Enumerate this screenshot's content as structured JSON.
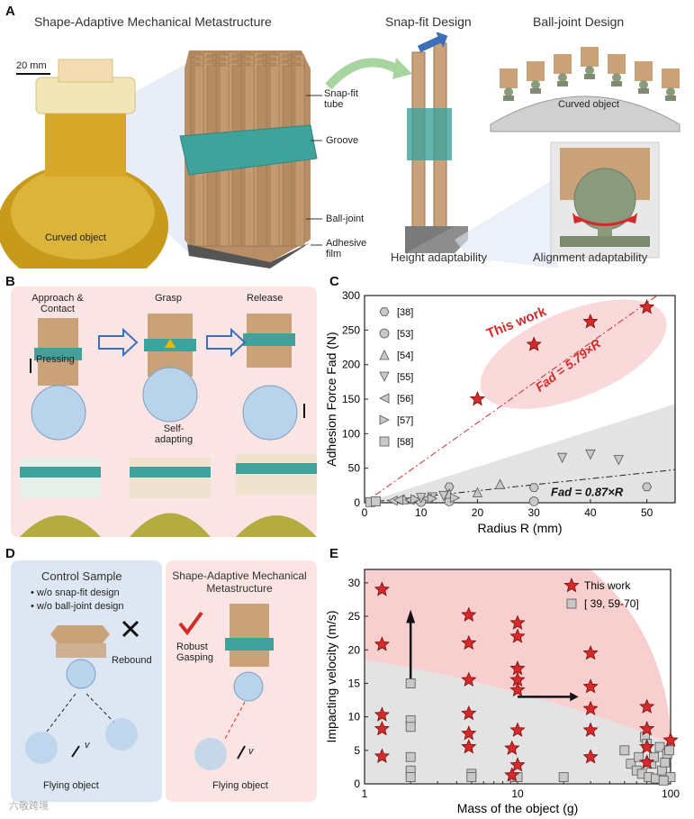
{
  "panels": {
    "A": {
      "letter": "A",
      "title": "Shape-Adaptive Mechanical Metastructure",
      "scale_bar": "20 mm",
      "curved_object": "Curved object",
      "callouts": [
        "Snap-fit tube",
        "Groove",
        "Ball-joint",
        "Adhesive film"
      ],
      "snapfit_title": "Snap-fit Design",
      "balljoint_title": "Ball-joint Design",
      "balljoint_curved": "Curved object",
      "height_adapt": "Height adaptability",
      "align_adapt": "Alignment adaptability"
    },
    "B": {
      "letter": "B",
      "steps": [
        "Approach & Contact",
        "Grasp",
        "Release"
      ],
      "pressing": "Pressing",
      "self_adapting": "Self-adapting"
    },
    "C": {
      "letter": "C"
    },
    "D": {
      "letter": "D",
      "control_title": "Control Sample",
      "bullets": [
        "w/o snap-fit design",
        "w/o ball-joint design"
      ],
      "rebound": "Rebound",
      "flying_left": "Flying object",
      "sam_title": "Shape-Adaptive Mechanical Metastructure",
      "robust": "Robust Gasping",
      "flying_right": "Flying object",
      "v": "v"
    },
    "E": {
      "letter": "E"
    },
    "watermark": "六敬跨境"
  },
  "colors": {
    "tube": "#c9a27a",
    "band": "#3fa39b",
    "red": "#d42a2a",
    "pink_bg": "#fbe4e4",
    "blue_bg": "#dde7f3"
  },
  "chart_data": [
    {
      "id": "C",
      "type": "scatter",
      "xlabel": "Radius R (mm)",
      "ylabel": "Adhesion Force Fad (N)",
      "xlim": [
        0,
        55
      ],
      "ylim": [
        0,
        300
      ],
      "xticks": [
        "0",
        "10",
        "20",
        "30",
        "40",
        "50"
      ],
      "yticks": [
        "0",
        "50",
        "100",
        "150",
        "200",
        "250",
        "300"
      ],
      "annotations": {
        "this_work": "This work",
        "fit_high": "Fad = 5.79×R",
        "fit_low": "Fad = 0.87×R"
      },
      "series": [
        {
          "name": "This work",
          "marker": "star",
          "points": [
            [
              20,
              150
            ],
            [
              30,
              229
            ],
            [
              40,
              262
            ],
            [
              50,
              283
            ]
          ]
        },
        {
          "name": "[38]",
          "marker": "hexagon",
          "points": [
            [
              15,
              23
            ],
            [
              50,
              23
            ],
            [
              30,
              22
            ]
          ]
        },
        {
          "name": "[53]",
          "marker": "circle",
          "points": [
            [
              30,
              2
            ],
            [
              15,
              2
            ],
            [
              10,
              1
            ]
          ]
        },
        {
          "name": "[54]",
          "marker": "triangle-up",
          "points": [
            [
              24,
              27
            ],
            [
              20,
              15
            ],
            [
              15,
              13
            ],
            [
              7,
              5
            ]
          ]
        },
        {
          "name": "[55]",
          "marker": "triangle-down",
          "points": [
            [
              35,
              65
            ],
            [
              40,
              70
            ],
            [
              45,
              62
            ],
            [
              10,
              7
            ],
            [
              12,
              8
            ],
            [
              14,
              10
            ]
          ]
        },
        {
          "name": "[56]",
          "marker": "triangle-left",
          "points": [
            [
              5,
              3
            ],
            [
              6,
              4
            ],
            [
              8,
              4
            ],
            [
              11,
              6
            ]
          ]
        },
        {
          "name": "[57]",
          "marker": "triangle-right",
          "points": [
            [
              9,
              5
            ],
            [
              12,
              6
            ],
            [
              16,
              7
            ]
          ]
        },
        {
          "name": "[58]",
          "marker": "square",
          "points": [
            [
              1,
              1
            ],
            [
              2,
              2
            ]
          ]
        }
      ],
      "fits": [
        {
          "slope": 5.79
        },
        {
          "slope": 0.87
        }
      ]
    },
    {
      "id": "E",
      "type": "scatter",
      "xlabel": "Mass of the object (g)",
      "ylabel": "Impacting velocity (m/s)",
      "xscale": "log",
      "xlim": [
        1,
        100
      ],
      "ylim": [
        0,
        32
      ],
      "xticks": [
        "1",
        "10",
        "100"
      ],
      "yticks": [
        "0",
        "5",
        "10",
        "15",
        "20",
        "25",
        "30"
      ],
      "legend": [
        "This work",
        "[ 39, 59-70]"
      ],
      "series": [
        {
          "name": "This work",
          "marker": "star",
          "points": [
            [
              1.3,
              29
            ],
            [
              1.3,
              20.8
            ],
            [
              1.3,
              10.3
            ],
            [
              1.3,
              8.2
            ],
            [
              1.3,
              4.1
            ],
            [
              4.8,
              25.2
            ],
            [
              4.8,
              21
            ],
            [
              4.8,
              15.5
            ],
            [
              4.8,
              10.5
            ],
            [
              4.8,
              7.5
            ],
            [
              4.8,
              5.5
            ],
            [
              10,
              24
            ],
            [
              10,
              22
            ],
            [
              10,
              17.2
            ],
            [
              10,
              15.5
            ],
            [
              10,
              14
            ],
            [
              10,
              8
            ],
            [
              10,
              2.8
            ],
            [
              9.2,
              5.3
            ],
            [
              9.2,
              1.3
            ],
            [
              30,
              19.5
            ],
            [
              30,
              14.5
            ],
            [
              30,
              11.2
            ],
            [
              30,
              8
            ],
            [
              30,
              4
            ],
            [
              70,
              11.5
            ],
            [
              70,
              8.2
            ],
            [
              70,
              5.5
            ],
            [
              70,
              3.2
            ],
            [
              100,
              6.5
            ]
          ]
        },
        {
          "name": "[ 39, 59-70]",
          "marker": "square",
          "points": [
            [
              2,
              15
            ],
            [
              2,
              9.5
            ],
            [
              2,
              8.5
            ],
            [
              2,
              4
            ],
            [
              2,
              2
            ],
            [
              2,
              1
            ],
            [
              5,
              1.5
            ],
            [
              5,
              1
            ],
            [
              9.6,
              1
            ],
            [
              10,
              1
            ],
            [
              20,
              1
            ],
            [
              50,
              5
            ],
            [
              55,
              3
            ],
            [
              60,
              2
            ],
            [
              62,
              4
            ],
            [
              65,
              1.5
            ],
            [
              68,
              7
            ],
            [
              70,
              6
            ],
            [
              72,
              1
            ],
            [
              75,
              3
            ],
            [
              78,
              4
            ],
            [
              80,
              0.8
            ],
            [
              85,
              5.5
            ],
            [
              88,
              2
            ],
            [
              92,
              3.2
            ],
            [
              95,
              4.5
            ],
            [
              98,
              5
            ],
            [
              100,
              1
            ],
            [
              90,
              0.5
            ]
          ]
        }
      ]
    }
  ]
}
